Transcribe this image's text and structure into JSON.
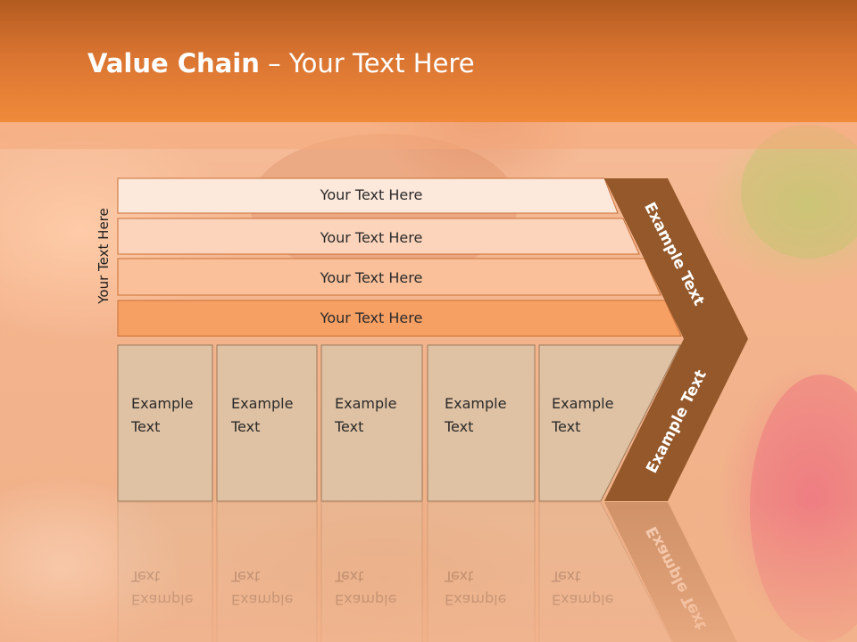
{
  "slide": {
    "title_bold": "Value Chain",
    "title_rest": " – Your Text Here",
    "side_label": "Your Text Here",
    "rows": [
      {
        "label": "Your Text Here",
        "fill": "#fde8dc"
      },
      {
        "label": "Your Text Here",
        "fill": "#fcd4bc"
      },
      {
        "label": "Your Text Here",
        "fill": "#f9c09a"
      },
      {
        "label": "Your Text Here",
        "fill": "#f7a064"
      }
    ],
    "boxes": [
      {
        "line1": "Example",
        "line2": "Text"
      },
      {
        "line1": "Example",
        "line2": "Text"
      },
      {
        "line1": "Example",
        "line2": "Text"
      },
      {
        "line1": "Example",
        "line2": "Text"
      },
      {
        "line1": "Example",
        "line2": "Text"
      }
    ],
    "arrow_upper_text": "Example Text",
    "arrow_lower_text": "Example Text",
    "colors": {
      "header": "#e07a34",
      "box_fill": "#dfc1a3",
      "box_stroke": "#9b7a5b",
      "arrow_fill": "#94582a",
      "row_stroke": "#c96f36"
    }
  }
}
